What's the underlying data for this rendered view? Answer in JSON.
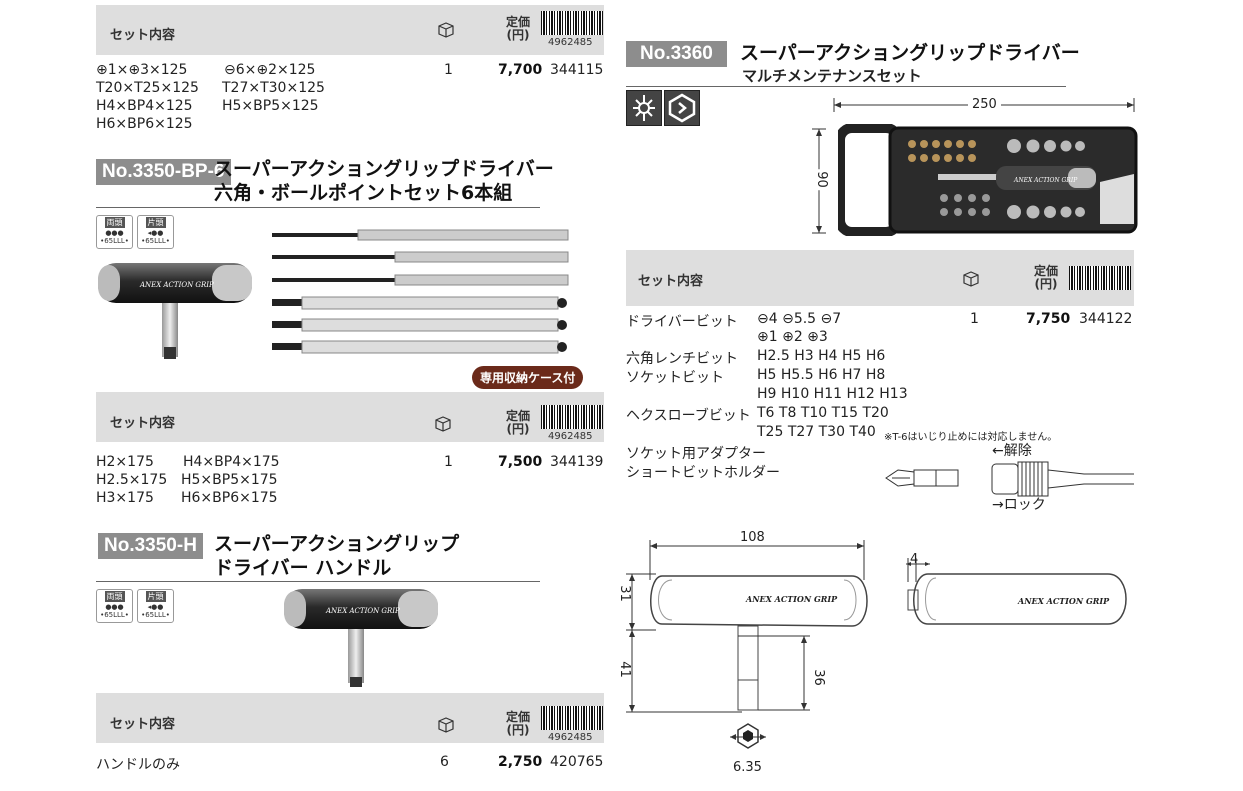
{
  "header_label": "セット内容",
  "price_label_1": "定価",
  "price_label_2": "(円)",
  "barcode_number": "4962485",
  "box_icon": "package-box-icon",
  "section_top": {
    "lines": [
      "⊕1×⊕3×125",
      "T20×T25×125",
      "H4×BP4×125",
      "H6×BP6×125"
    ],
    "lines2": [
      "⊖6×⊕2×125",
      "T27×T30×125",
      "H5×BP5×125"
    ],
    "qty": "1",
    "price": "7,700",
    "code": "344115"
  },
  "bp6": {
    "badge": "No.3350-BP-6",
    "title": "スーパーアクショングリップドライバー",
    "subtitle": "六角・ボールポイントセット6本組",
    "tag_a": {
      "t1": "両頭",
      "t3": "•65LLL•"
    },
    "tag_b": {
      "t1": "片頭",
      "t3": "•65LLL•"
    },
    "case_badge": "専用収納ケース付",
    "handle_brand": "ANEX ACTION GRIP",
    "lines": [
      "H2×175",
      "H2.5×175",
      "H3×175"
    ],
    "lines2": [
      "H4×BP4×175",
      "H5×BP5×175",
      "H6×BP6×175"
    ],
    "qty": "1",
    "price": "7,500",
    "code": "344139"
  },
  "h": {
    "badge": "No.3350-H",
    "title_1": "スーパーアクショングリップ",
    "title_2": "ドライバー ハンドル",
    "tag_a": {
      "t1": "両頭",
      "t3": "•65LLL•"
    },
    "tag_b": {
      "t1": "片頭",
      "t3": "•65LLL•"
    },
    "handle_brand": "ANEX ACTION GRIP",
    "line": "ハンドルのみ",
    "qty": "6",
    "price": "2,750",
    "code": "420765"
  },
  "n3360": {
    "badge": "No.3360",
    "title": "スーパーアクショングリップドライバー",
    "subtitle": "マルチメンテナンスセット",
    "dim_width": "250",
    "dim_height": "90",
    "case_brand": "ANEX ACTION GRIP",
    "rows": [
      {
        "label": "ドライバービット",
        "value": "⊖4 ⊖5.5 ⊖7"
      },
      {
        "label": "",
        "value": "⊕1 ⊕2  ⊕3"
      },
      {
        "label": "六角レンチビット",
        "value": "H2.5 H3 H4 H5 H6"
      },
      {
        "label": "ソケットビット",
        "value": "H5 H5.5 H6 H7 H8"
      },
      {
        "label": "",
        "value": "H9 H10  H11  H12  H13"
      },
      {
        "label": "ヘクスローブビット",
        "value": "T6  T8  T10 T15 T20"
      },
      {
        "label": "",
        "value": "T25 T27 T30 T40"
      },
      {
        "label": "ソケット用アダプター",
        "value": ""
      },
      {
        "label": "ショートビットホルダー",
        "value": ""
      }
    ],
    "note": "※T-6はいじり止めには対応しません。",
    "release_label": "←解除",
    "lock_label": "→ロック",
    "qty": "1",
    "price": "7,750",
    "code": "344122"
  },
  "drawing": {
    "dim_108": "108",
    "dim_31": "31",
    "dim_41": "41",
    "dim_36": "36",
    "dim_4": "4",
    "dim_635": "6.35",
    "brand": "ANEX ACTION GRIP"
  },
  "colors": {
    "header_bg": "#dedede",
    "badge_bg": "#8d8d8d",
    "case_badge_bg": "#6b2a1a"
  }
}
